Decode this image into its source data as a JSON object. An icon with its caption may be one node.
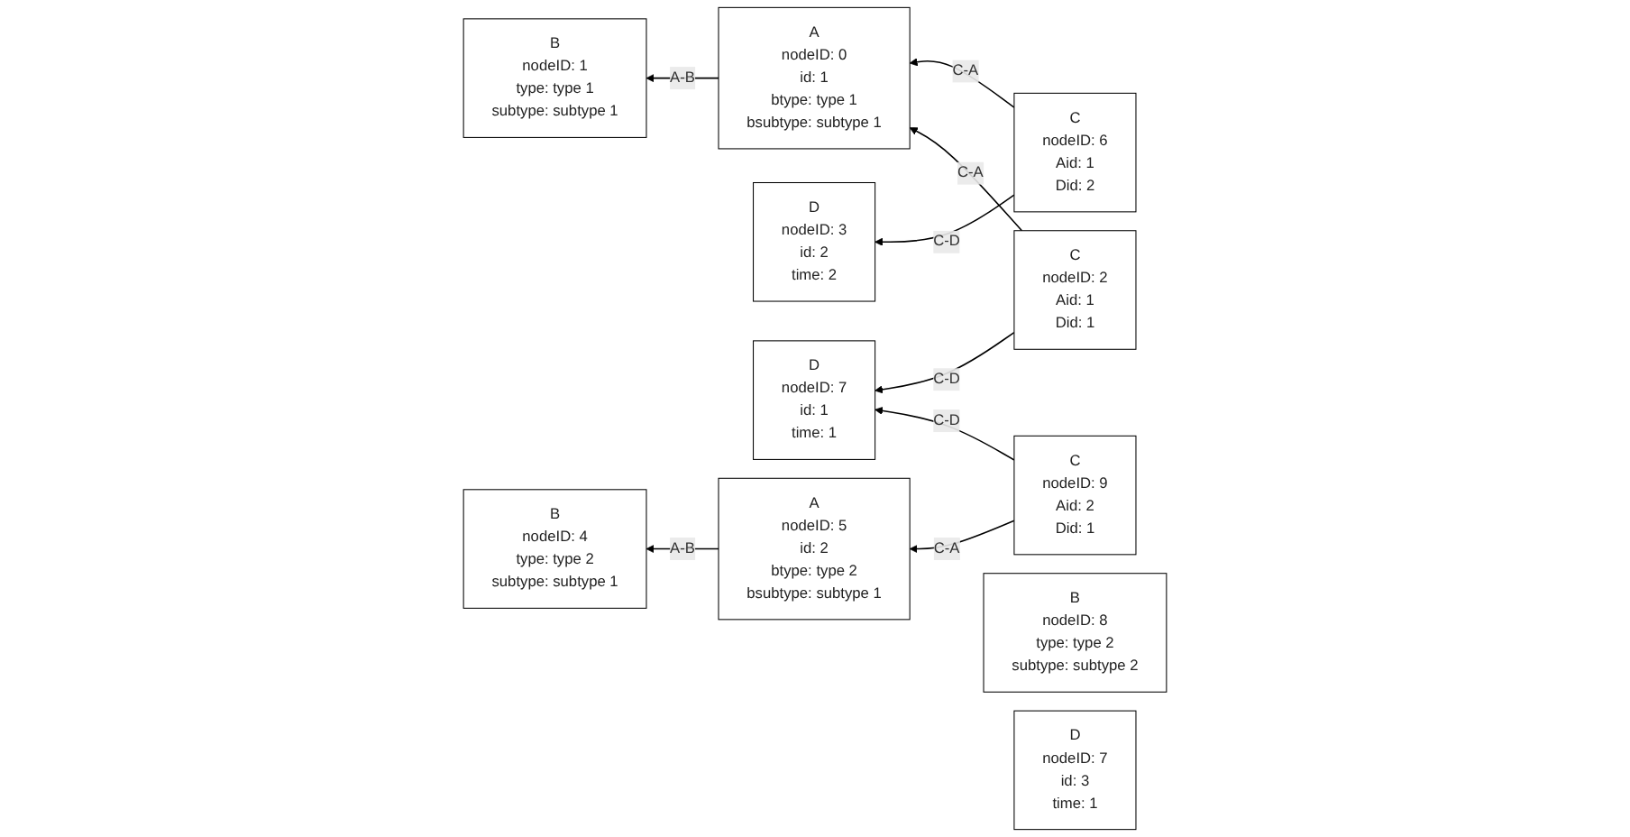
{
  "diagram": {
    "nodes": [
      {
        "text": [
          "B",
          "nodeID: 1",
          "type: type 1",
          "subtype: subtype 1"
        ]
      },
      {
        "text": [
          "A",
          "nodeID: 0",
          "id: 1",
          "btype: type 1",
          "bsubtype: subtype 1"
        ]
      },
      {
        "text": [
          "C",
          "nodeID: 6",
          "Aid: 1",
          "Did: 2"
        ]
      },
      {
        "text": [
          "D",
          "nodeID: 3",
          "id: 2",
          "time: 2"
        ]
      },
      {
        "text": [
          "B",
          "nodeID: 8",
          "type: type 2",
          "subtype: subtype 2"
        ]
      },
      {
        "text": [
          "C",
          "nodeID: 2",
          "Aid: 1",
          "Did: 1"
        ]
      },
      {
        "text": [
          "D",
          "nodeID: 7",
          "id: 1",
          "time: 1"
        ]
      },
      {
        "text": [
          "D",
          "nodeID: 7",
          "id: 3",
          "time: 1"
        ]
      },
      {
        "text": [
          "B",
          "nodeID: 4",
          "type: type 2",
          "subtype: subtype 1"
        ]
      },
      {
        "text": [
          "A",
          "nodeID: 5",
          "id: 2",
          "btype: type 2",
          "bsubtype: subtype 1"
        ]
      },
      {
        "text": [
          "C",
          "nodeID: 9",
          "Aid: 2",
          "Did: 1"
        ]
      }
    ],
    "edges": [
      {
        "from": 1,
        "to": 0,
        "arrow": "to",
        "label": "A-B"
      },
      {
        "from": 2,
        "to": 1,
        "arrow": "to",
        "label": "C-A"
      },
      {
        "from": 2,
        "to": 3,
        "arrow": "to",
        "label": "C-D"
      },
      {
        "from": 5,
        "to": 1,
        "arrow": "to",
        "label": "C-A"
      },
      {
        "from": 5,
        "to": 6,
        "arrow": "to",
        "label": "C-D"
      },
      {
        "from": 10,
        "to": 9,
        "arrow": "to",
        "label": "C-A"
      },
      {
        "from": 10,
        "to": 6,
        "arrow": "to",
        "label": "C-D"
      },
      {
        "from": 9,
        "to": 8,
        "arrow": "to",
        "label": "A-B"
      }
    ]
  }
}
